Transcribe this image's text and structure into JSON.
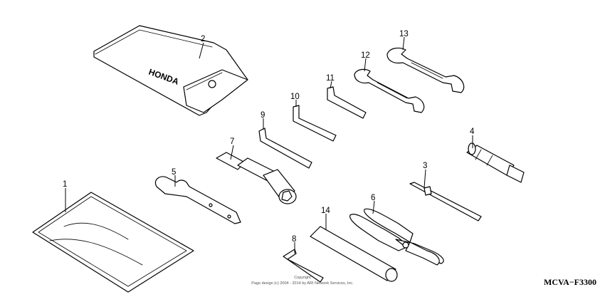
{
  "diagram_code": "MCVA−F3300",
  "copyright": {
    "line1": "Copyright",
    "line2": "Page design (c) 2004 - 2014 by ARI Network Services, Inc."
  },
  "brand_mark": "HONDA",
  "callouts": [
    "1",
    "2",
    "3",
    "4",
    "5",
    "6",
    "7",
    "8",
    "9",
    "10",
    "11",
    "12",
    "13",
    "14"
  ]
}
